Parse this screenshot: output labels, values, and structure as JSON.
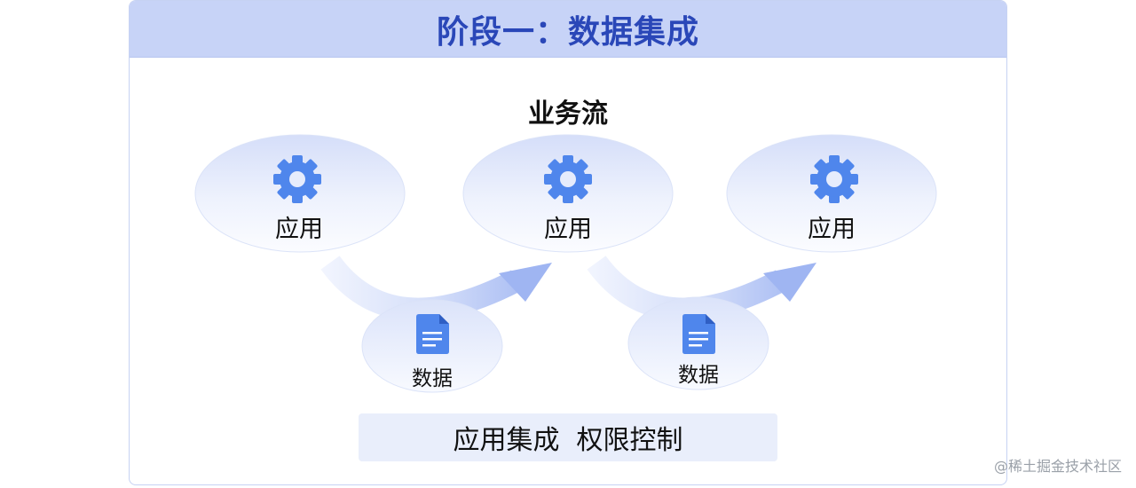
{
  "header": {
    "title": "阶段一：数据集成"
  },
  "flow": {
    "label": "业务流",
    "apps": [
      {
        "label": "应用",
        "icon": "gear-icon"
      },
      {
        "label": "应用",
        "icon": "gear-icon"
      },
      {
        "label": "应用",
        "icon": "gear-icon"
      }
    ],
    "data_nodes": [
      {
        "label": "数据",
        "icon": "document-icon"
      },
      {
        "label": "数据",
        "icon": "document-icon"
      }
    ]
  },
  "footer": {
    "text": "应用集成  权限控制"
  },
  "watermark": {
    "text": "@稀土掘金技术社区"
  },
  "colors": {
    "header_bg": "#c7d3f7",
    "title": "#2a47b8",
    "icon_blue": "#4f86ec",
    "footer_bg": "#e9eefb"
  }
}
